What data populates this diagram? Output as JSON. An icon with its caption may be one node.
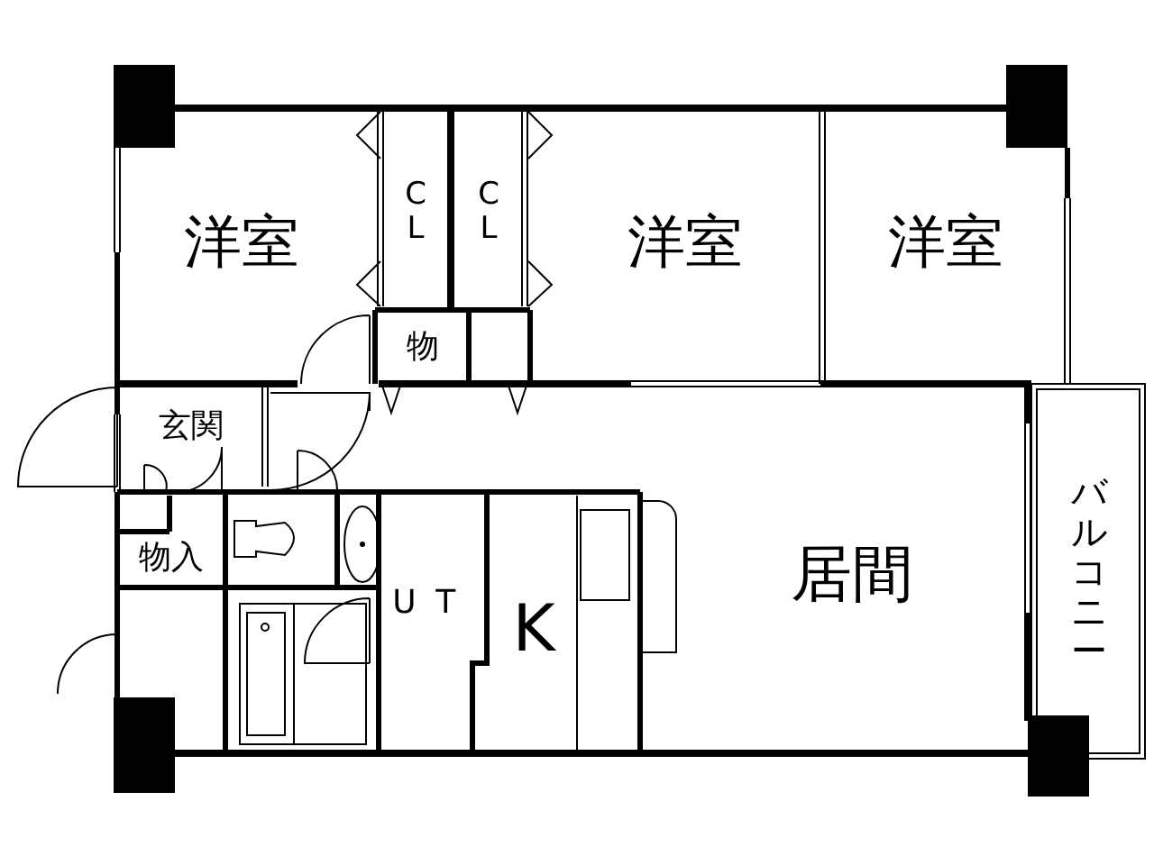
{
  "diagram": {
    "nodes": [
      {
        "text": [
          "洋室"
        ]
      },
      {
        "text": [
          "CL"
        ]
      },
      {
        "text": [
          "CL"
        ]
      },
      {
        "text": [
          "洋室"
        ]
      },
      {
        "text": [
          "洋室"
        ]
      },
      {
        "text": [
          "物"
        ]
      },
      {
        "text": [
          "玄関"
        ]
      },
      {
        "text": [
          "物入"
        ]
      },
      {
        "text": [
          "UT"
        ]
      },
      {
        "text": [
          "K"
        ]
      },
      {
        "text": [
          "居間"
        ]
      },
      {
        "text": [
          "バルコニー"
        ]
      }
    ]
  }
}
